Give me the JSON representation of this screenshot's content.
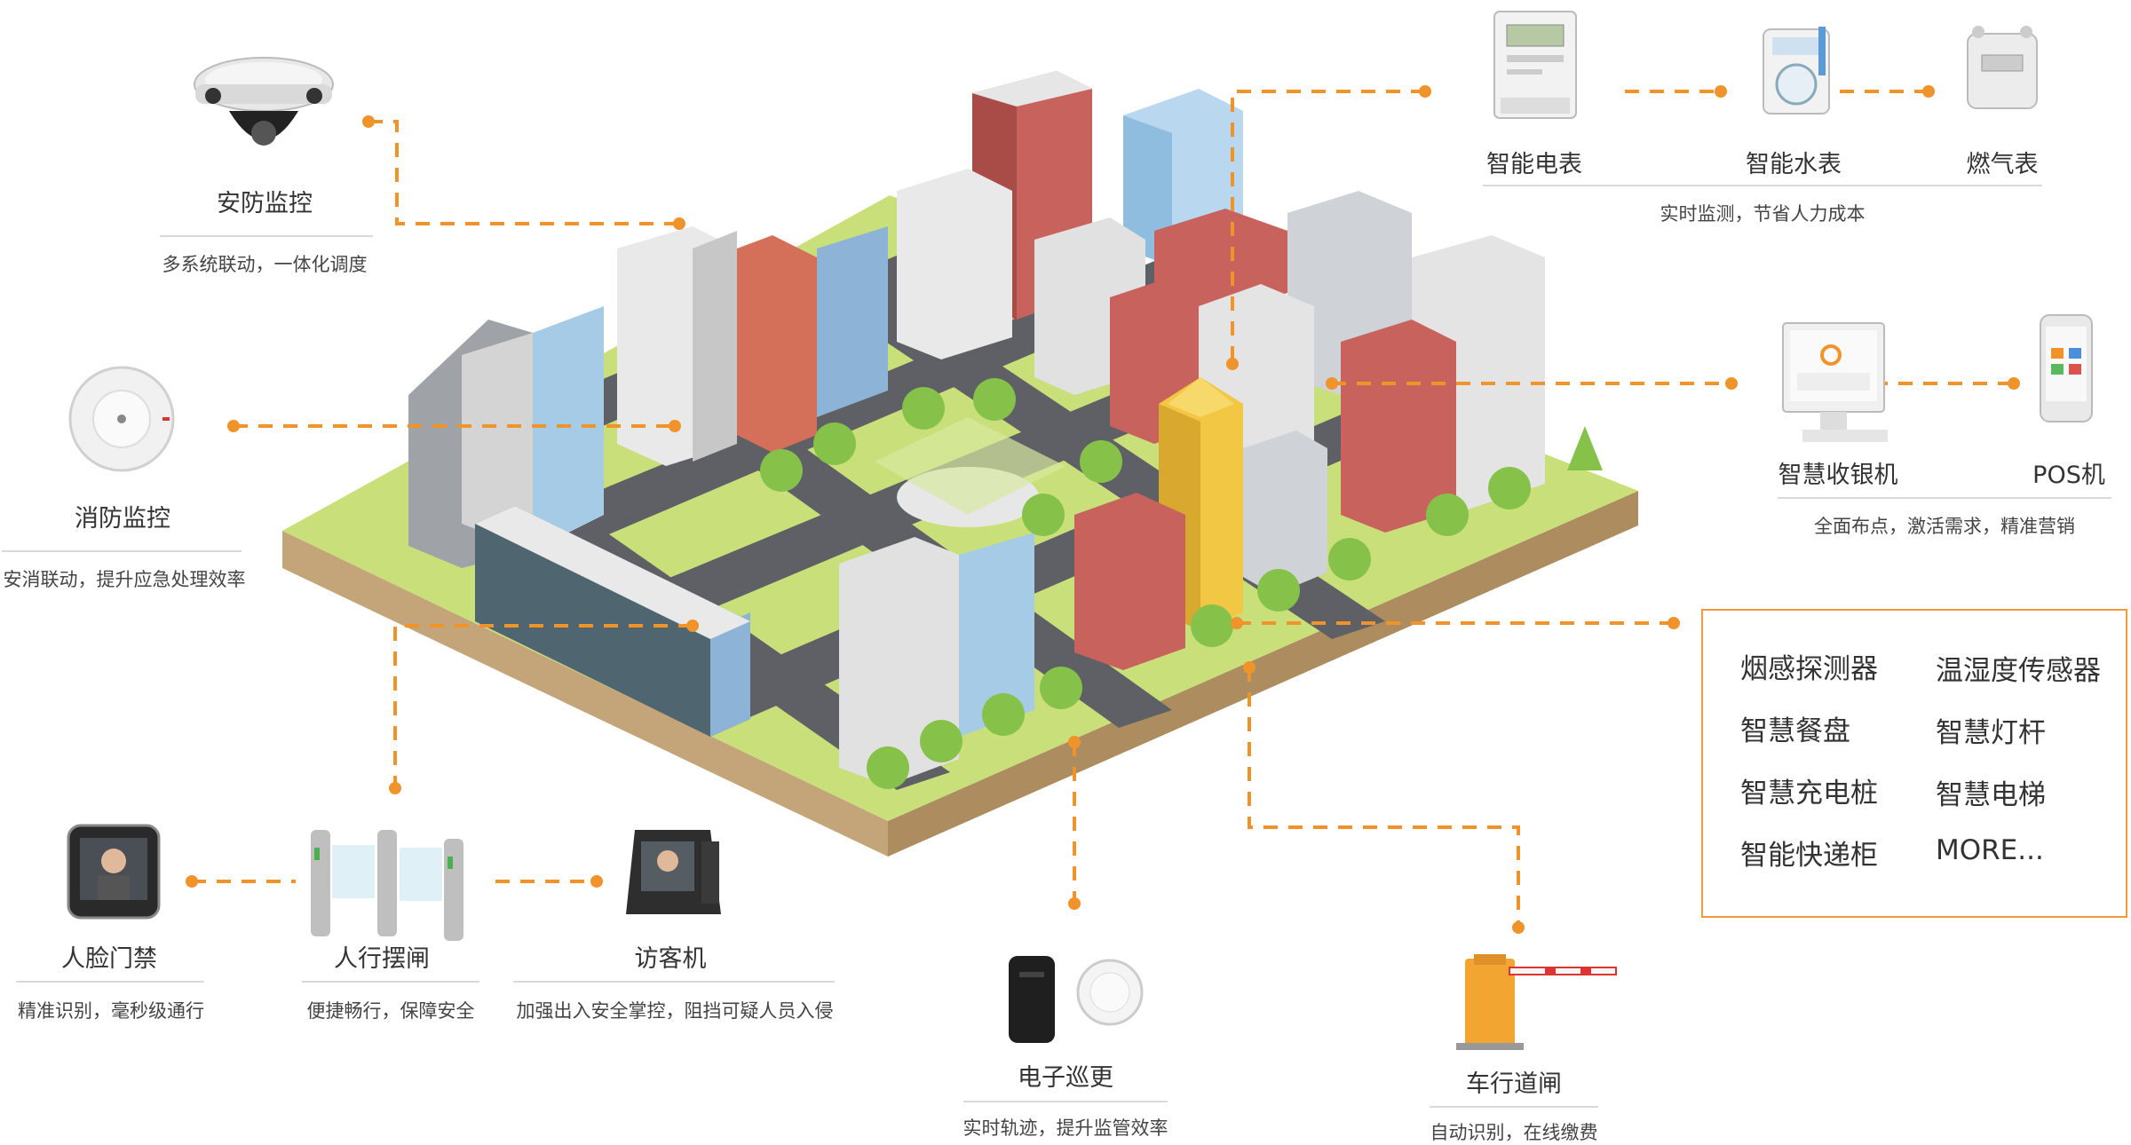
{
  "colors": {
    "accent": "#f0932b",
    "grass": "#c9e07a",
    "soil": "#c4a57a",
    "road": "#5f6065"
  },
  "nodes": {
    "security": {
      "title": "安防监控",
      "desc": "多系统联动，一体化调度",
      "icon": "ptz-camera-icon"
    },
    "fire": {
      "title": "消防监控",
      "desc": "安消联动，提升应急处理效率",
      "icon": "smoke-detector-icon"
    },
    "meters": {
      "items": [
        "智能电表",
        "智能水表",
        "燃气表"
      ],
      "desc": "实时监测，节省人力成本"
    },
    "retail": {
      "items": [
        "智慧收银机",
        "POS机"
      ],
      "desc": "全面布点，激活需求，精准营销"
    },
    "face": {
      "title": "人脸门禁",
      "desc": "精准识别，毫秒级通行"
    },
    "turnstile": {
      "title": "人行摆闸",
      "desc": "便捷畅行，保障安全"
    },
    "visitor": {
      "title": "访客机",
      "desc": "加强出入安全掌控，阻挡可疑人员入侵"
    },
    "patrol": {
      "title": "电子巡更",
      "desc": "实时轨迹，提升监管效率"
    },
    "barrier": {
      "title": "车行道闸",
      "desc": "自动识别，在线缴费"
    }
  },
  "more_box": {
    "items": [
      "烟感探测器",
      "温湿度传感器",
      "智慧餐盘",
      "智慧灯杆",
      "智慧充电桩",
      "智慧电梯",
      "智能快递柜",
      "MORE..."
    ]
  }
}
